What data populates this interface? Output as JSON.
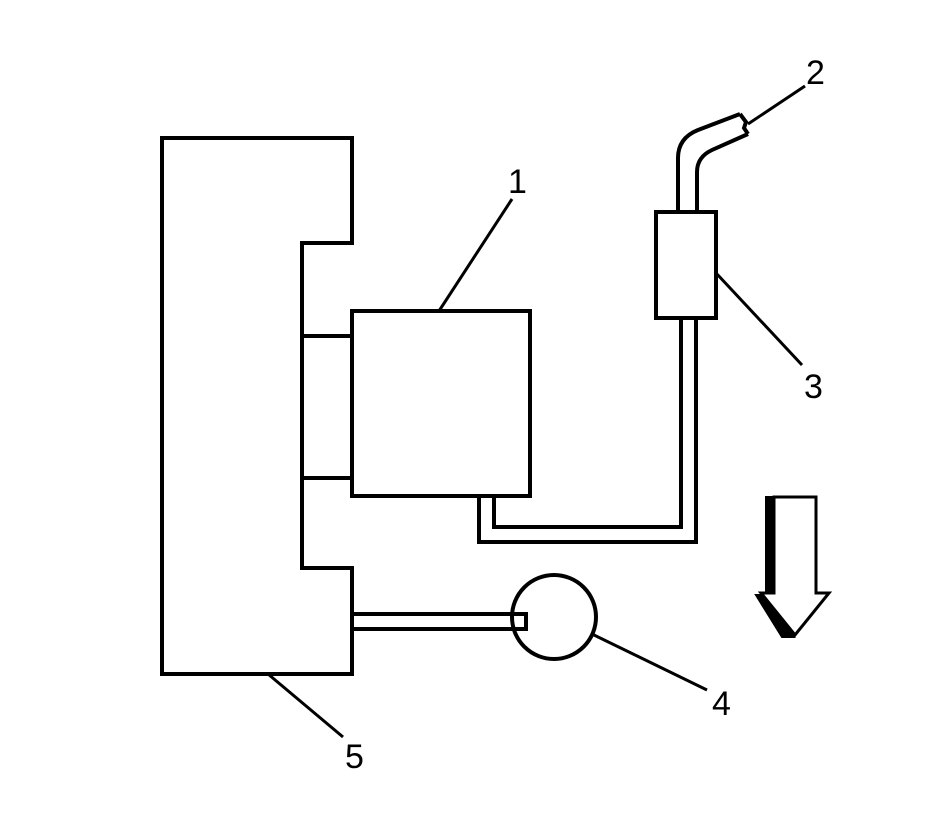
{
  "callouts": {
    "c1": "1",
    "c2": "2",
    "c3": "3",
    "c4": "4",
    "c5": "5"
  },
  "icons": {
    "direction": "down-arrow-icon"
  }
}
